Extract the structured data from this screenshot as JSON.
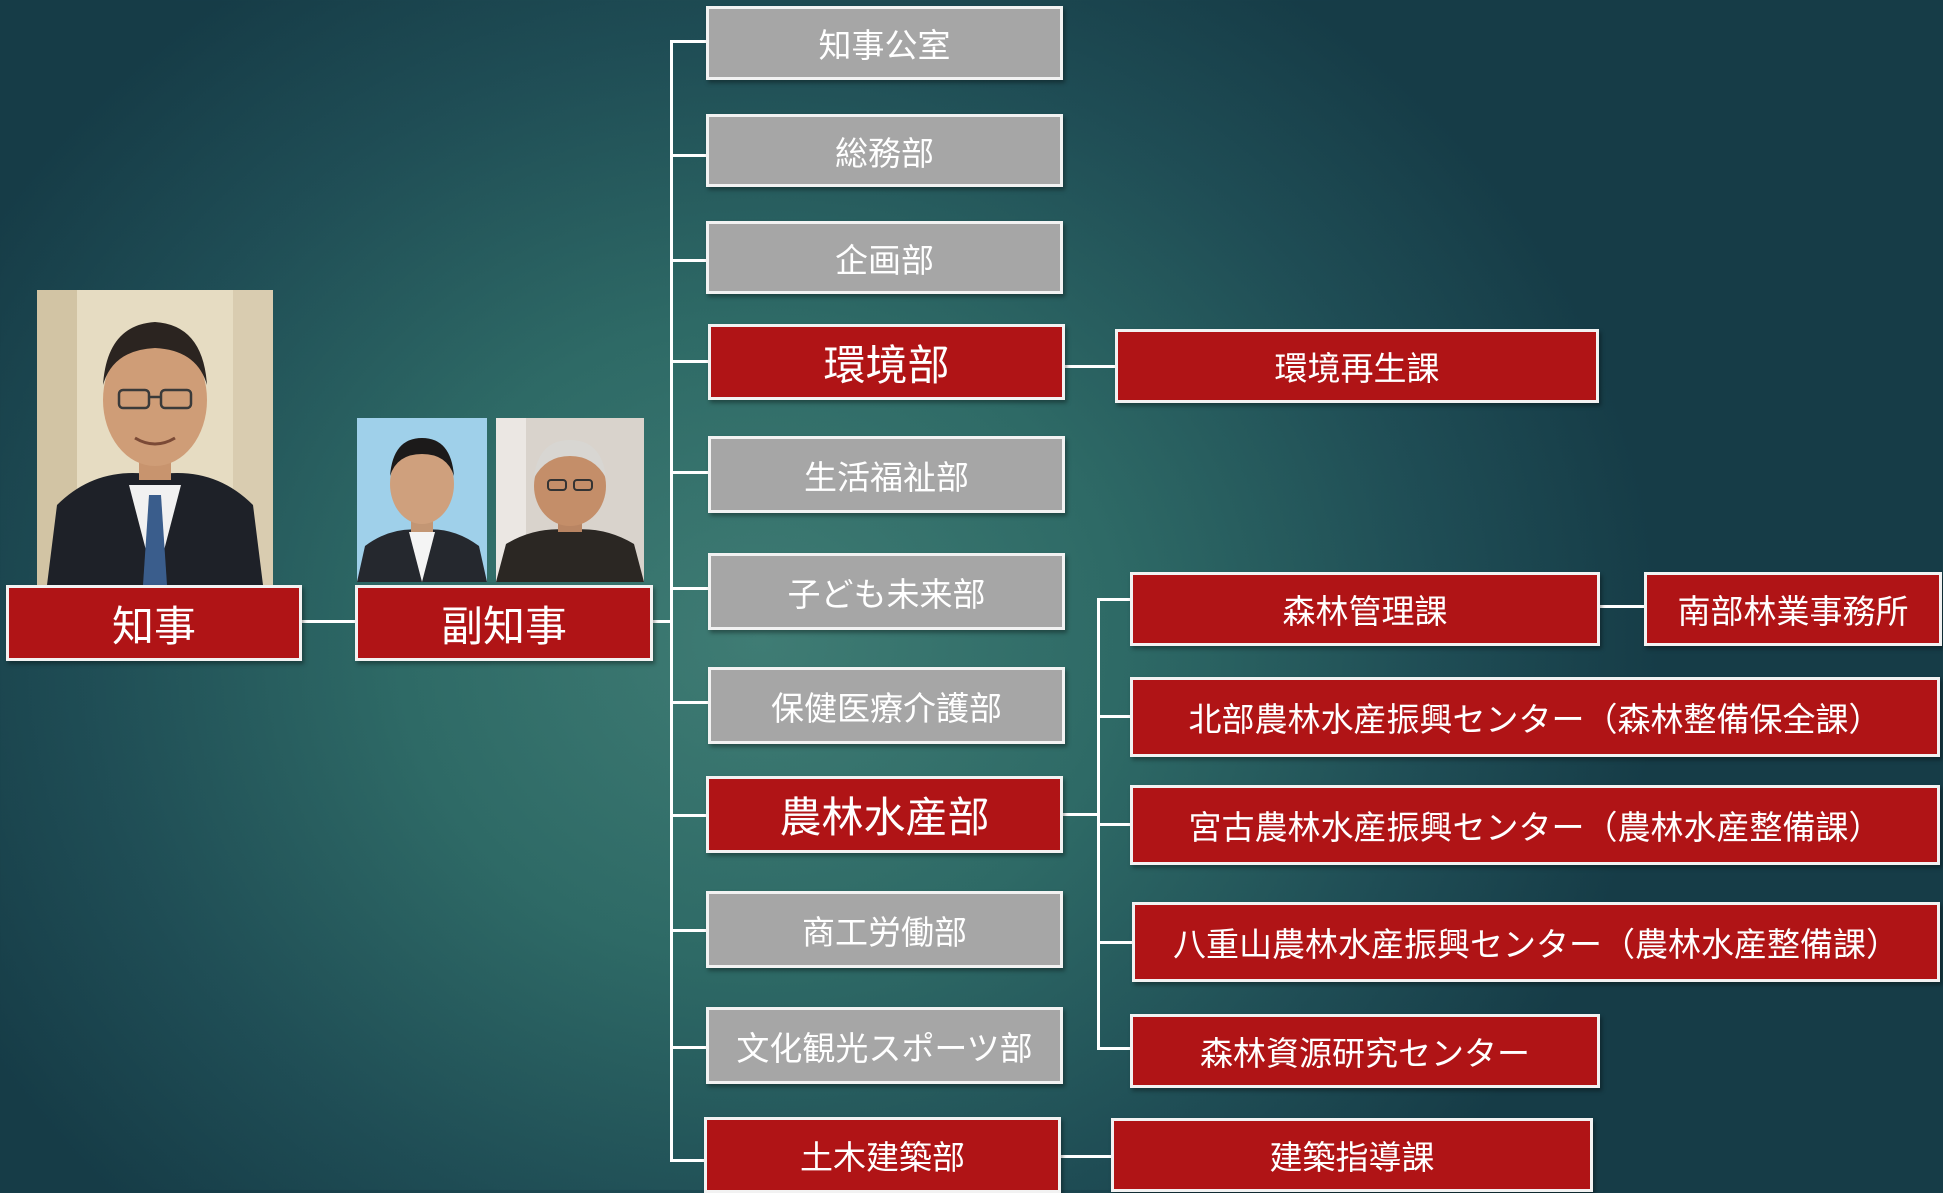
{
  "governor": {
    "label": "知事"
  },
  "vice_governor": {
    "label": "副知事"
  },
  "departments": [
    {
      "label": "知事公室",
      "highlight": false
    },
    {
      "label": "総務部",
      "highlight": false
    },
    {
      "label": "企画部",
      "highlight": false
    },
    {
      "label": "環境部",
      "highlight": true
    },
    {
      "label": "生活福祉部",
      "highlight": false
    },
    {
      "label": "子ども未来部",
      "highlight": false
    },
    {
      "label": "保健医療介護部",
      "highlight": false
    },
    {
      "label": "農林水産部",
      "highlight": true
    },
    {
      "label": "商工労働部",
      "highlight": false
    },
    {
      "label": "文化観光スポーツ部",
      "highlight": false
    },
    {
      "label": "土木建築部",
      "highlight": true
    }
  ],
  "sections": {
    "environment": [
      "環境再生課"
    ],
    "agriculture": [
      "森林管理課",
      "北部農林水産振興センター（森林整備保全課）",
      "宮古農林水産振興センター（農林水産整備課）",
      "八重山農林水産振興センター（農林水産整備課）",
      "森林資源研究センター"
    ],
    "forest_office": "南部林業事務所",
    "construction": [
      "建築指導課"
    ]
  },
  "colors": {
    "highlight": "#b01416",
    "normal": "#a6a6a6",
    "border": "#f2f2f2"
  }
}
